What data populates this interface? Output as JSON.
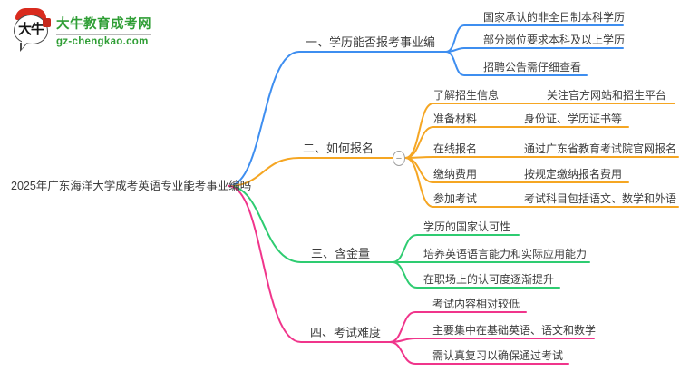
{
  "logo": {
    "icon_text": "大牛",
    "site_name": "大牛教育成考网",
    "site_url": "gz-chengkao.com",
    "brand_color": "#2f9e35"
  },
  "central_topic": "2025年广东海洋大学成考英语专业能考事业编吗",
  "text_color": "#3c3c3c",
  "branches": [
    {
      "label": "一、学历能否报考事业编",
      "color": "#3e8ef0",
      "children": [
        {
          "text": "国家承认的非全日制本科学历"
        },
        {
          "text": "部分岗位要求本科及以上学历"
        },
        {
          "text": "招聘公告需仔细查看"
        }
      ]
    },
    {
      "label": "二、如何报名",
      "color": "#f5a623",
      "collapse_icon": "−",
      "children": [
        {
          "label": "了解招生信息",
          "desc": "关注官方网站和招生平台"
        },
        {
          "label": "准备材料",
          "desc": "身份证、学历证书等"
        },
        {
          "label": "在线报名",
          "desc": "通过广东省教育考试院官网报名"
        },
        {
          "label": "缴纳费用",
          "desc": "按规定缴纳报名费用"
        },
        {
          "label": "参加考试",
          "desc": "考试科目包括语文、数学和外语"
        }
      ]
    },
    {
      "label": "三、含金量",
      "color": "#2ecc71",
      "children": [
        {
          "text": "学历的国家认可性"
        },
        {
          "text": "培养英语语言能力和实际应用能力"
        },
        {
          "text": "在职场上的认可度逐渐提升"
        }
      ]
    },
    {
      "label": "四、考试难度",
      "color": "#f0358b",
      "children": [
        {
          "text": "考试内容相对较低"
        },
        {
          "text": "主要集中在基础英语、语文和数学"
        },
        {
          "text": "需认真复习以确保通过考试"
        }
      ]
    }
  ]
}
